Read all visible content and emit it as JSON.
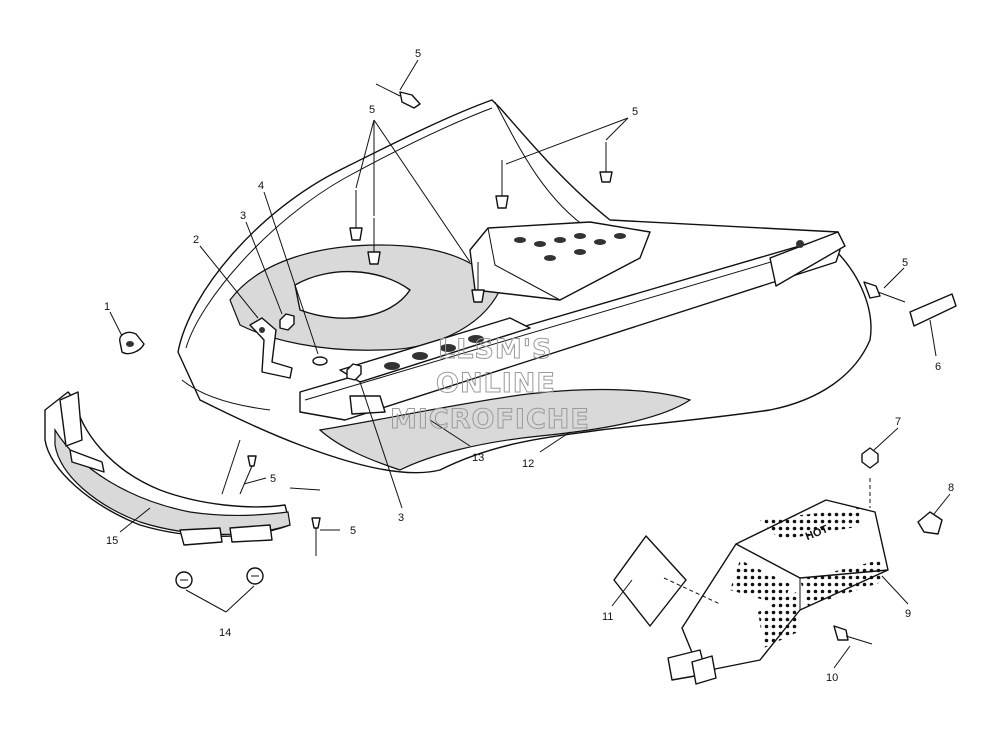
{
  "callouts": {
    "c1": "1",
    "c2": "2",
    "c3a": "3",
    "c3b": "3",
    "c4": "4",
    "c5a": "5",
    "c5b": "5",
    "c5c": "5",
    "c5d": "5",
    "c5e": "5",
    "c5f": "5",
    "c6": "6",
    "c7": "7",
    "c8": "8",
    "c9": "9",
    "c10": "10",
    "c11": "11",
    "c12": "12",
    "c13": "13",
    "c14": "14",
    "c15": "15"
  },
  "watermark": {
    "line1": "LLSM'S",
    "line2": "ONLINE",
    "line3": "MICROFICHE"
  },
  "heat_shield_label": "HOT"
}
